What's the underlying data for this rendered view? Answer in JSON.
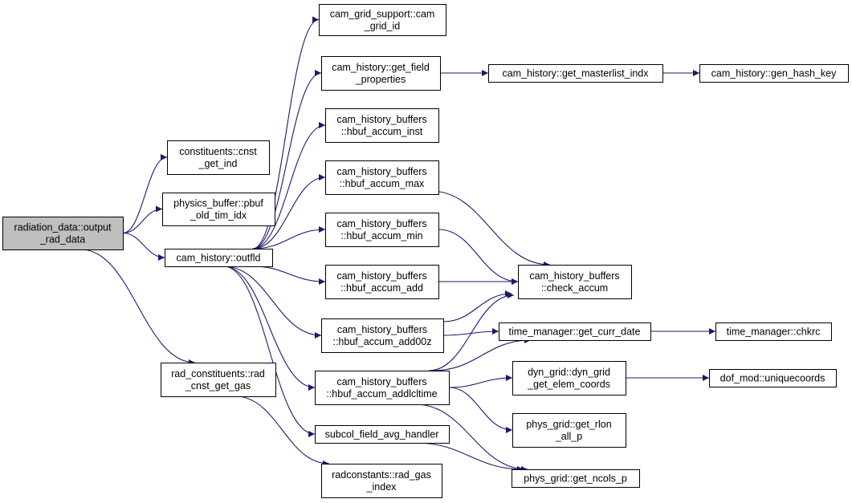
{
  "nodes": [
    {
      "id": "root",
      "lines": [
        "radiation_data::output",
        "_rad_data"
      ],
      "root": true
    },
    {
      "id": "cnst",
      "lines": [
        "constituents::cnst",
        "_get_ind"
      ]
    },
    {
      "id": "pbuf",
      "lines": [
        "physics_buffer::pbuf",
        "_old_tim_idx"
      ]
    },
    {
      "id": "outfld",
      "lines": [
        "cam_history::outfld"
      ]
    },
    {
      "id": "radcnst",
      "lines": [
        "rad_constituents::rad",
        "_cnst_get_gas"
      ]
    },
    {
      "id": "gridid",
      "lines": [
        "cam_grid_support::cam",
        "_grid_id"
      ]
    },
    {
      "id": "getfield",
      "lines": [
        "cam_history::get_field",
        "_properties"
      ]
    },
    {
      "id": "inst",
      "lines": [
        "cam_history_buffers",
        "::hbuf_accum_inst"
      ]
    },
    {
      "id": "max",
      "lines": [
        "cam_history_buffers",
        "::hbuf_accum_max"
      ]
    },
    {
      "id": "min",
      "lines": [
        "cam_history_buffers",
        "::hbuf_accum_min"
      ]
    },
    {
      "id": "add",
      "lines": [
        "cam_history_buffers",
        "::hbuf_accum_add"
      ]
    },
    {
      "id": "add00z",
      "lines": [
        "cam_history_buffers",
        "::hbuf_accum_add00z"
      ]
    },
    {
      "id": "addlcl",
      "lines": [
        "cam_history_buffers",
        "::hbuf_accum_addlcltime"
      ]
    },
    {
      "id": "subcol",
      "lines": [
        "subcol_field_avg_handler"
      ]
    },
    {
      "id": "radgas",
      "lines": [
        "radconstants::rad_gas",
        "_index"
      ]
    },
    {
      "id": "masterlist",
      "lines": [
        "cam_history::get_masterlist_indx"
      ]
    },
    {
      "id": "hashkey",
      "lines": [
        "cam_history::gen_hash_key"
      ]
    },
    {
      "id": "checkaccum",
      "lines": [
        "cam_history_buffers",
        "::check_accum"
      ]
    },
    {
      "id": "currdate",
      "lines": [
        "time_manager::get_curr_date"
      ]
    },
    {
      "id": "chkrc",
      "lines": [
        "time_manager::chkrc"
      ]
    },
    {
      "id": "elemcoords",
      "lines": [
        "dyn_grid::dyn_grid",
        "_get_elem_coords"
      ]
    },
    {
      "id": "uniq",
      "lines": [
        "dof_mod::uniquecoords"
      ]
    },
    {
      "id": "rlon",
      "lines": [
        "phys_grid::get_rlon",
        "_all_p"
      ]
    },
    {
      "id": "ncols",
      "lines": [
        "phys_grid::get_ncols_p"
      ]
    }
  ],
  "edges": [
    [
      "root",
      "cnst"
    ],
    [
      "root",
      "pbuf"
    ],
    [
      "root",
      "outfld"
    ],
    [
      "root",
      "radcnst"
    ],
    [
      "outfld",
      "gridid"
    ],
    [
      "outfld",
      "getfield"
    ],
    [
      "outfld",
      "inst"
    ],
    [
      "outfld",
      "max"
    ],
    [
      "outfld",
      "min"
    ],
    [
      "outfld",
      "add"
    ],
    [
      "outfld",
      "add00z"
    ],
    [
      "outfld",
      "addlcl"
    ],
    [
      "outfld",
      "subcol"
    ],
    [
      "radcnst",
      "radgas"
    ],
    [
      "getfield",
      "masterlist"
    ],
    [
      "masterlist",
      "hashkey"
    ],
    [
      "max",
      "checkaccum"
    ],
    [
      "min",
      "checkaccum"
    ],
    [
      "add",
      "checkaccum"
    ],
    [
      "add00z",
      "checkaccum"
    ],
    [
      "add00z",
      "currdate"
    ],
    [
      "currdate",
      "chkrc"
    ],
    [
      "addlcl",
      "checkaccum"
    ],
    [
      "addlcl",
      "currdate"
    ],
    [
      "addlcl",
      "elemcoords"
    ],
    [
      "addlcl",
      "rlon"
    ],
    [
      "addlcl",
      "ncols"
    ],
    [
      "elemcoords",
      "uniq"
    ],
    [
      "subcol",
      "ncols"
    ]
  ],
  "colors": {
    "edge": "#191970",
    "root_fill": "#bfbfbf",
    "node_fill": "#ffffff",
    "border": "#000000"
  }
}
